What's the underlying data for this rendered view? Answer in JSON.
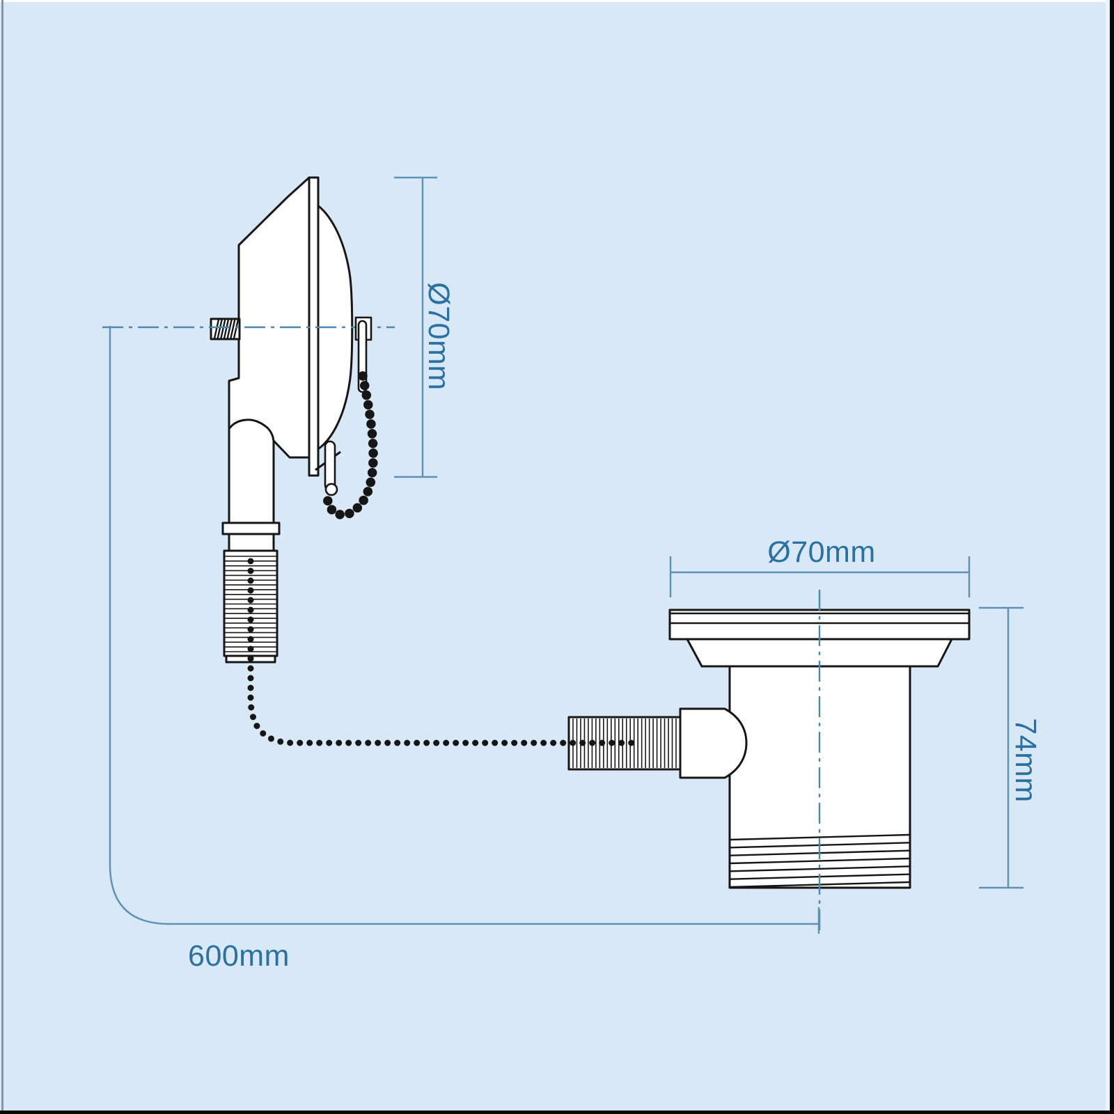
{
  "meta": {
    "description": "Technical line drawing of a bath pop-up waste with overflow body, pull cable, plug chain and dimensions"
  },
  "canvas": {
    "background": "#d8e8f6",
    "artwork_line": "#161616",
    "artwork_fill": "#ffffff",
    "dimension_line": "#5c90b4",
    "dimension_text": "#2a70a0",
    "centerline": "#4f86ad",
    "frame_top": "#fbfdff",
    "frame_left": "#8495a1",
    "frame_right": "#080808",
    "frame_bottom": "#080808"
  },
  "labels": {
    "overflow_diameter": "Ø70mm",
    "waste_diameter": "Ø70mm",
    "waste_height": "74mm",
    "cable_length": "600mm"
  }
}
